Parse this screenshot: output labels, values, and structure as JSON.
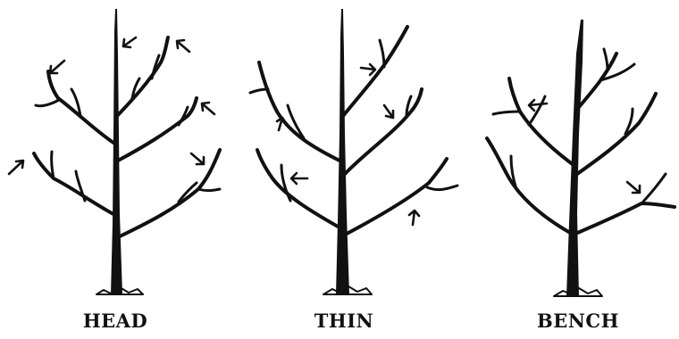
{
  "figure": {
    "panels": [
      {
        "id": "head",
        "label": "HEAD"
      },
      {
        "id": "thin",
        "label": "THIN"
      },
      {
        "id": "bench",
        "label": "BENCH"
      }
    ],
    "colors": {
      "ink": "#111111",
      "background": "#ffffff"
    },
    "icons": [
      "tree",
      "cut-arrow-icon"
    ]
  }
}
